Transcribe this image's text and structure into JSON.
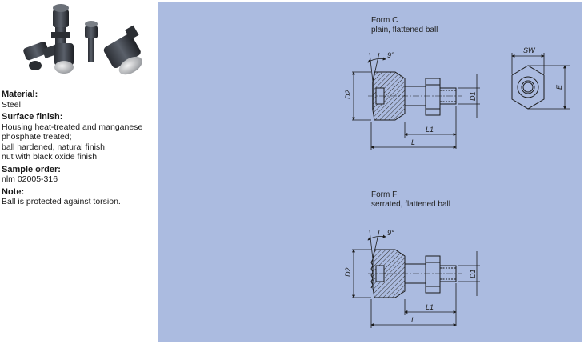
{
  "left": {
    "sections": [
      {
        "heading": "Material:",
        "lines": [
          "Steel"
        ]
      },
      {
        "heading": "Surface finish:",
        "lines": [
          "Housing heat-treated and manganese",
          "phosphate treated;",
          "ball hardened, natural finish;",
          "nut with black oxide finish"
        ]
      },
      {
        "heading": "Sample order:",
        "lines": [
          "nlm 02005-316"
        ]
      },
      {
        "heading": "Note:",
        "lines": [
          "Ball is protected against torsion."
        ]
      }
    ]
  },
  "drawings": {
    "form_c": {
      "title": "Form C",
      "subtitle": "plain, flattened ball"
    },
    "form_f": {
      "title": "Form F",
      "subtitle": "serrated, flattened ball"
    },
    "dims": {
      "angle": "9°",
      "d2": "D2",
      "d1": "D1",
      "l1": "L1",
      "l": "L",
      "sw": "SW",
      "e": "E"
    }
  },
  "colors": {
    "panel": "#abbbe0",
    "line": "#1a1a1a",
    "hatch": "#333333"
  }
}
